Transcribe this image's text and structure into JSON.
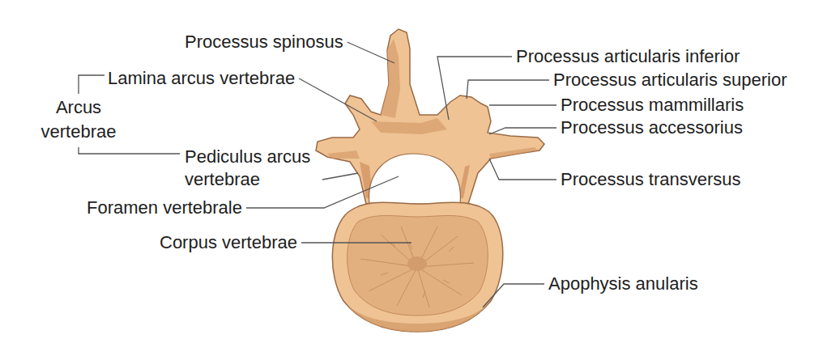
{
  "diagram": {
    "labels": [
      "Processus spinosus",
      "Lamina arcus vertebrae",
      "Arcus vertebrae",
      "Pediculus arcus vertebrae",
      "Foramen vertebrale",
      "Corpus vertebrae",
      "Processus articularis inferior",
      "Processus articularis superior",
      "Processus mammillaris",
      "Processus accessorius",
      "Processus transversus",
      "Apophysis anularis"
    ]
  }
}
